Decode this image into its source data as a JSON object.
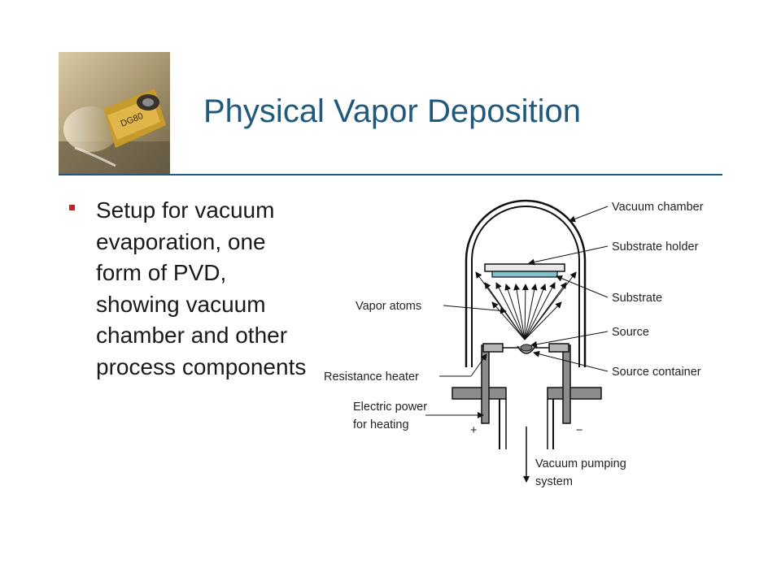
{
  "slide": {
    "title": "Physical Vapor Deposition",
    "bullet_text": "Setup for vacuum evaporation, one form of PVD, showing vacuum chamber and other process components"
  },
  "diagram": {
    "labels": {
      "vacuum_chamber": "Vacuum chamber",
      "substrate_holder": "Substrate holder",
      "substrate": "Substrate",
      "vapor_atoms": "Vapor atoms",
      "source": "Source",
      "resistance_heater": "Resistance heater",
      "source_container": "Source container",
      "electric_power_line1": "Electric power",
      "electric_power_line2": "for heating",
      "plus": "+",
      "minus": "−",
      "pumping_line1": "Vacuum pumping",
      "pumping_line2": "system"
    }
  },
  "colors": {
    "title": "#1f5a7d",
    "bullet": "#c0252a",
    "substrate": "#7fc3cf",
    "base_plate": "#8c8c8c"
  }
}
